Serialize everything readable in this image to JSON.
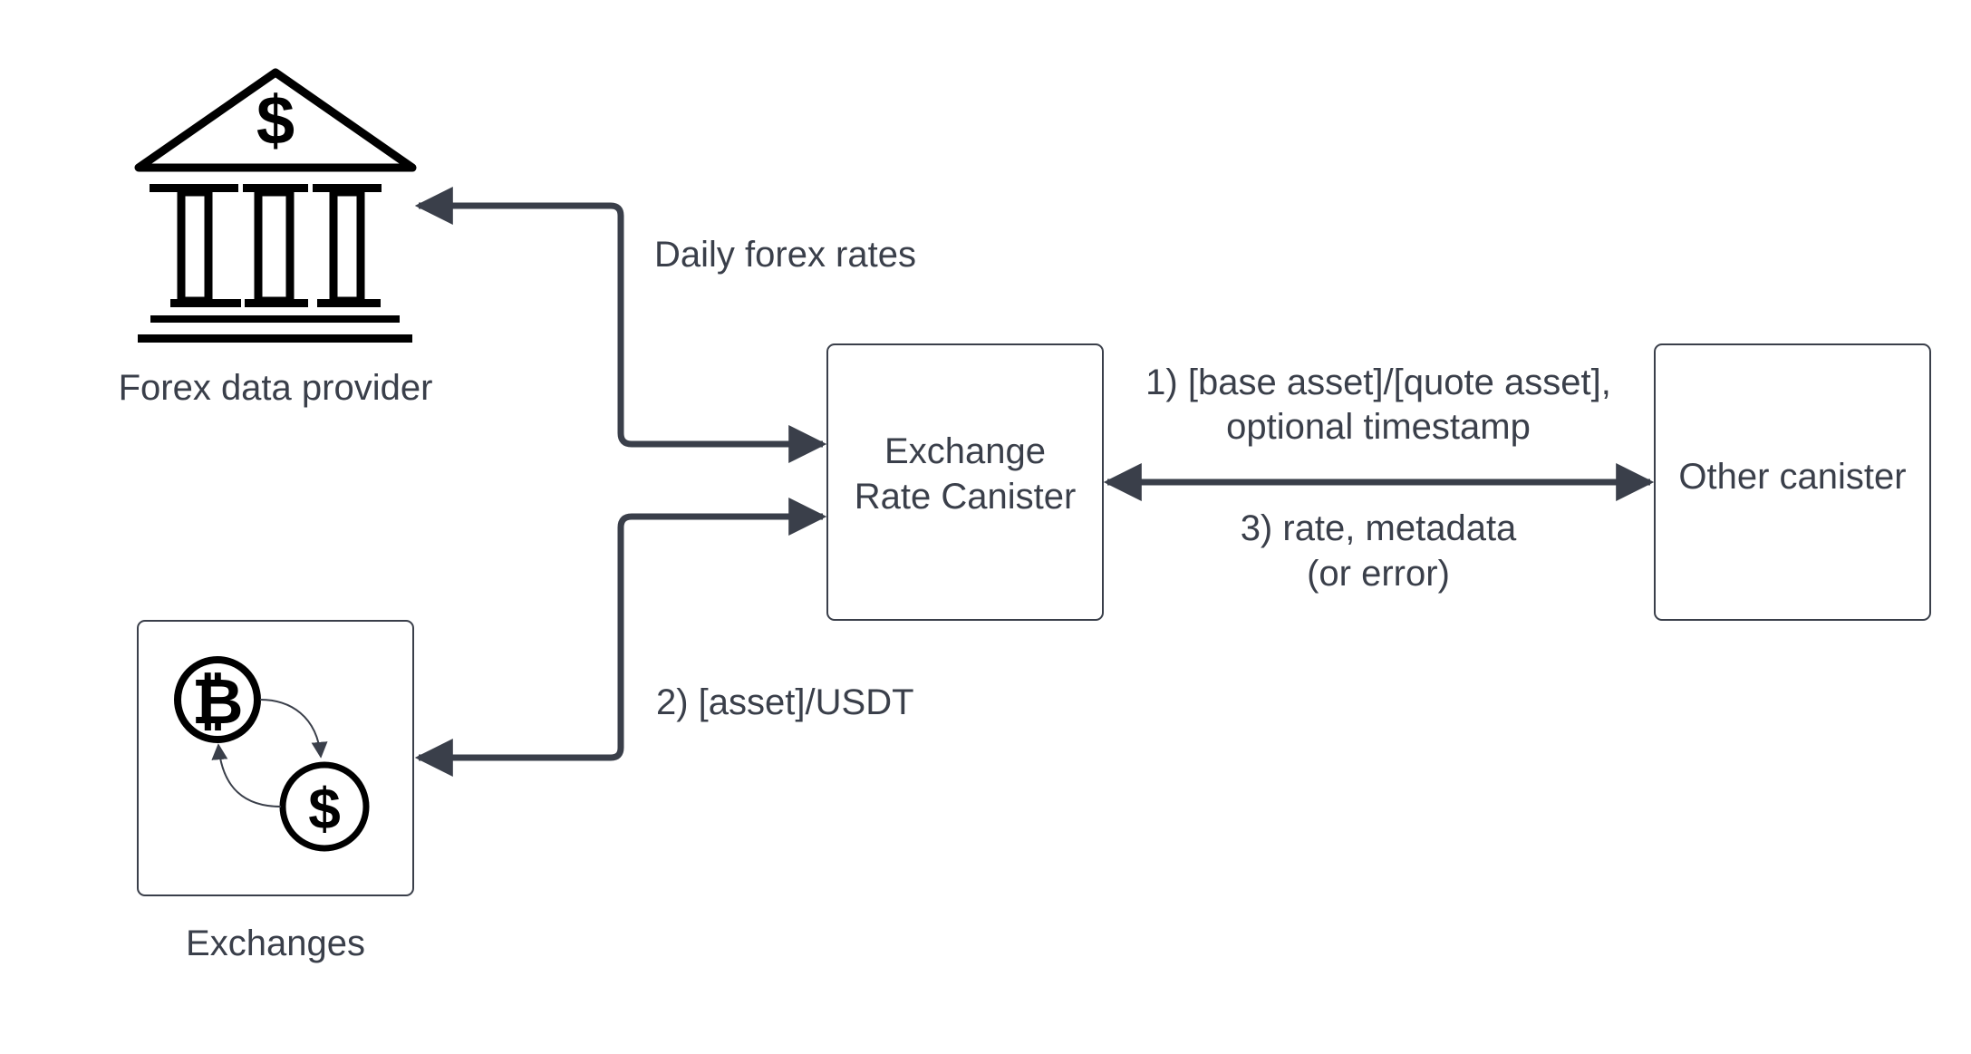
{
  "nodes": {
    "forex_provider": {
      "label": "Forex data provider"
    },
    "exchanges": {
      "label": "Exchanges"
    },
    "exchange_rate_canister": {
      "label_line1": "Exchange",
      "label_line2": "Rate Canister"
    },
    "other_canister": {
      "label": "Other canister"
    }
  },
  "edges": {
    "forex": {
      "label": "Daily forex rates"
    },
    "asset_usdt": {
      "label": "2) [asset]/USDT"
    },
    "request": {
      "label_line1": "1) [base asset]/[quote asset],",
      "label_line2": "optional timestamp"
    },
    "response": {
      "label_line1": "3) rate, metadata",
      "label_line2": "(or error)"
    }
  },
  "icons": {
    "bank": "bank-icon",
    "exchange": "currency-exchange-icon",
    "bitcoin": "bitcoin-icon",
    "dollar": "dollar-icon"
  },
  "colors": {
    "line": "#3a3f4a",
    "icon": "#000000",
    "text": "#3a3f4a"
  }
}
